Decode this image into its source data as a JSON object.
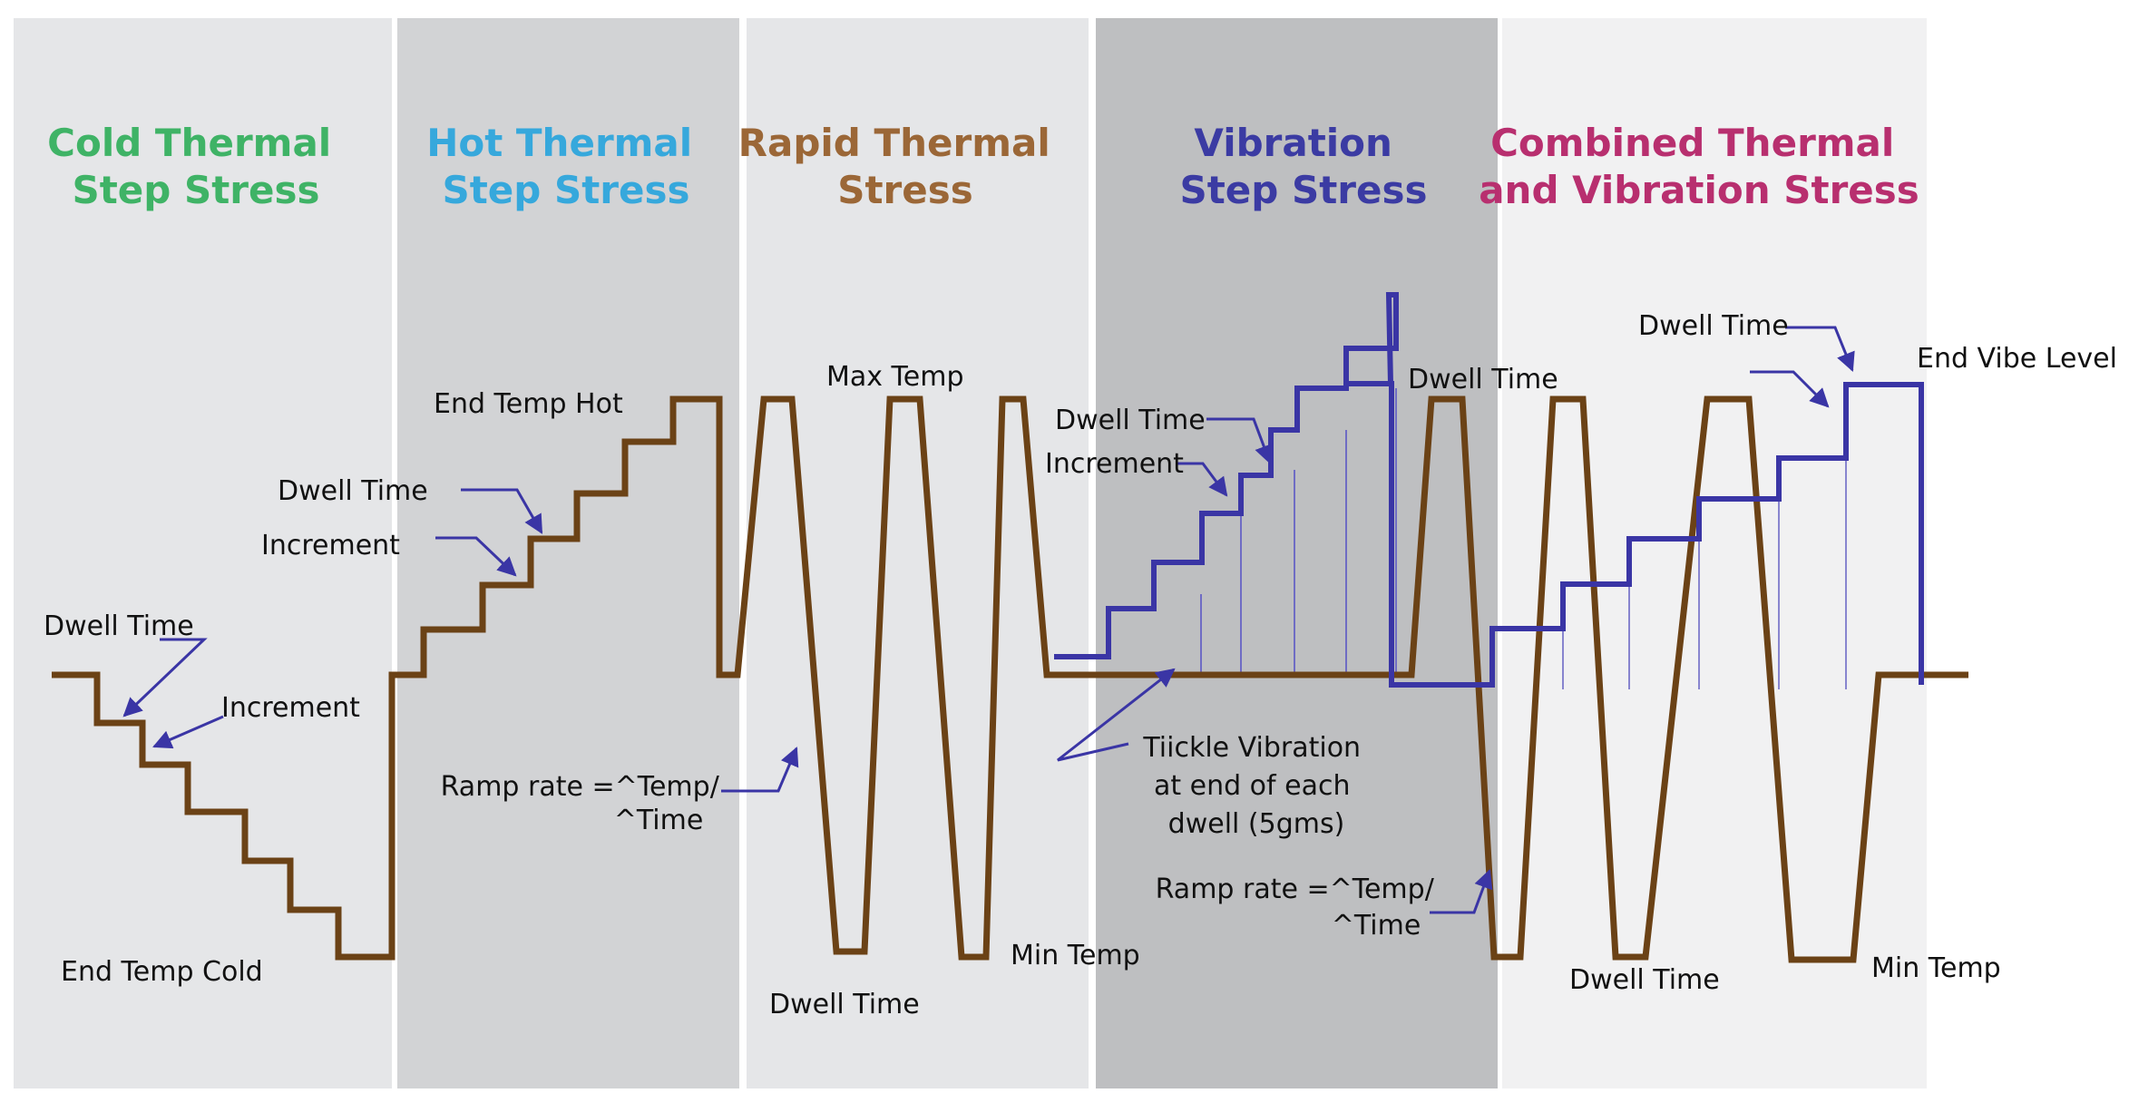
{
  "colors": {
    "panel_bg": [
      "#e5e6e8",
      "#d2d3d5",
      "#e5e6e8",
      "#bebfc1",
      "#f1f1f2"
    ],
    "temperature_line": "#6b4216",
    "vibration_line": "#3a35a5",
    "annotation_arrow": "#3a35a5",
    "tickle_line": "#6f6cc4"
  },
  "line_legend_meaning": {
    "temperature": "brown line",
    "vibration": "blue line"
  },
  "stages": [
    {
      "title_line1": "Cold Thermal",
      "title_line2": "Step Stress",
      "title_color": "#3fb366"
    },
    {
      "title_line1": "Hot Thermal",
      "title_line2": "Step Stress",
      "title_color": "#36a8dc"
    },
    {
      "title_line1": "Rapid Thermal",
      "title_line2": "Stress",
      "title_color": "#9b6737"
    },
    {
      "title_line1": "Vibration",
      "title_line2": "Step Stress",
      "title_color": "#3b3ba3"
    },
    {
      "title_line1": "Combined Thermal",
      "title_line2": "and Vibration Stress",
      "title_color": "#b82f6f"
    }
  ],
  "labels": {
    "cold_dwell_time": "Dwell Time",
    "cold_increment": "Increment",
    "end_temp_cold": "End Temp Cold",
    "hot_dwell_time": "Dwell Time",
    "hot_increment": "Increment",
    "end_temp_hot": "End Temp Hot",
    "ramp_rate_1a": "Ramp rate =^Temp/",
    "ramp_rate_1b": "^Time",
    "max_temp": "Max Temp",
    "rapid_dwell_time": "Dwell Time",
    "rapid_min_temp": "Min Temp",
    "vib_dwell_time": "Dwell Time",
    "vib_increment": "Increment",
    "tickle_1": "Tiickle Vibration",
    "tickle_2": "at end of each",
    "tickle_3": "dwell (5gms)",
    "ramp_rate_2a": "Ramp rate =^Temp/",
    "ramp_rate_2b": "^Time",
    "comb_dwell_time_top": "Dwell Time",
    "comb_dwell_time_mid": "Dwell Time",
    "end_vibe_level": "End Vibe Level",
    "comb_dwell_time_bottom": "Dwell Time",
    "comb_min_temp": "Min Temp"
  }
}
